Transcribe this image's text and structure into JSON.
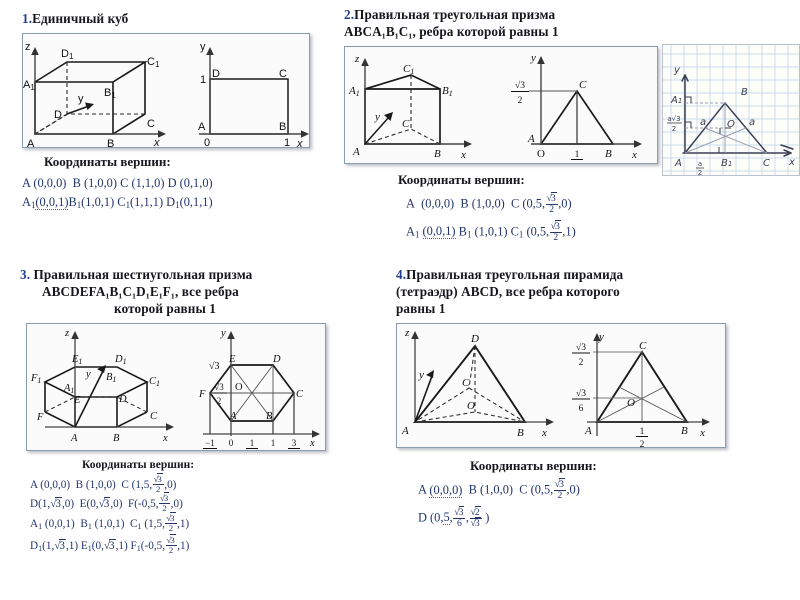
{
  "document": {
    "title": "Координаты вершин многогранников",
    "language": "ru"
  },
  "colors": {
    "heading_number": "#1f3f8f",
    "heading_text": "#16161f",
    "coordinate_text": "#23356b",
    "panel_border": "#8b9bb0",
    "panel_bg": "#fbfbfb",
    "figure_stroke": "#111111",
    "axis_stroke": "#555555",
    "grid_blue": "#9fb8d8"
  },
  "sections": [
    {
      "id": "section-1",
      "number": "1.",
      "heading_lines": [
        "Единичный куб"
      ],
      "figure": {
        "name": "unit-cube-figure",
        "left_view": {
          "axes": [
            "z",
            "y",
            "x"
          ],
          "vertices": [
            "A",
            "B",
            "C",
            "D",
            "A1",
            "B1",
            "C1",
            "D1"
          ]
        },
        "right_view": {
          "axes": [
            "y",
            "x"
          ],
          "vertices": [
            "A",
            "B",
            "C",
            "D"
          ],
          "ticks": [
            "0",
            "1",
            "1"
          ]
        }
      },
      "coordinates_title": "Координаты вершин:",
      "coordinates": [
        "A (0,0,0)   B (1,0,0)  C (1,1,0)  D (0,1,0)",
        "A₁(0,0,1) B₁(1,0,1) C₁(1,1,1) D₁(0,1,1)"
      ]
    },
    {
      "id": "section-2",
      "number": "2.",
      "heading_lines": [
        "Правильная треугольная призма",
        "ABCA₁B₁C₁, ребра которой равны 1"
      ],
      "figure": {
        "name": "triangular-prism-figure",
        "left_view": {
          "axes": [
            "z",
            "y",
            "x"
          ],
          "vertices": [
            "A",
            "B",
            "C",
            "A1",
            "B1",
            "C1"
          ]
        },
        "right_view": {
          "axes": [
            "y",
            "x"
          ],
          "vertices": [
            "A",
            "B",
            "C",
            "O"
          ],
          "y_tick": "√3/2",
          "x_tick": "1/2"
        }
      },
      "coordinates_title": "Координаты вершин:",
      "coordinates": [
        "A  (0,0,0)  B (1,0,0)  C (0,5, √3/2 ,0)",
        "A₁ (0,0,1) B₁ (1,0,1) C₁ (0,5, √3/2 ,1)"
      ]
    },
    {
      "id": "section-3",
      "number": "3.",
      "heading_lines": [
        "Правильная шестиугольная призма",
        "ABCDEFA₁B₁C₁D₁E₁F₁, все ребра",
        "которой равны 1"
      ],
      "figure": {
        "name": "hexagonal-prism-figure",
        "left_view": {
          "axes": [
            "z",
            "y",
            "x"
          ],
          "vertices": [
            "A",
            "B",
            "C",
            "D",
            "E",
            "F",
            "A1",
            "B1",
            "C1",
            "D1",
            "E1",
            "F1"
          ]
        },
        "right_view": {
          "axes": [
            "y",
            "x"
          ],
          "vertices": [
            "A",
            "B",
            "C",
            "D",
            "E",
            "F",
            "O"
          ],
          "y_ticks": [
            "√3",
            "√3/2"
          ],
          "x_ticks": [
            "-1/2",
            "0",
            "1/2",
            "1",
            "3/2"
          ]
        }
      },
      "coordinates_title": "Координаты вершин:",
      "coordinates": [
        "A (0,0,0)   B (1,0,0)  C (1,5, √3/2 ,0)",
        "D(1,√3,0)  E(0,√3,0)  F(-0,5, √3/2 ,0)",
        "A₁ (0,0,1)  B₁ (1,0,1)  C₁ (1,5, √3/2 ,1)",
        "D₁(1,√3,1) E₁(0,√3,1) F₁(-0,5, √3/2 ,1)"
      ]
    },
    {
      "id": "section-4",
      "number": "4.",
      "heading_lines": [
        "Правильная треугольная пирамида",
        "(тетраэдр) ABCD, все ребра которого",
        "равны 1"
      ],
      "figure": {
        "name": "tetrahedron-figure",
        "left_view": {
          "axes": [
            "z",
            "y",
            "x"
          ],
          "vertices": [
            "A",
            "B",
            "C",
            "D",
            "O"
          ]
        },
        "right_view": {
          "axes": [
            "y",
            "x"
          ],
          "vertices": [
            "A",
            "B",
            "C",
            "O"
          ],
          "y_ticks": [
            "√3/2",
            "√3/6"
          ],
          "x_tick": "1/2"
        }
      },
      "coordinates_title": "Координаты вершин:",
      "coordinates": [
        "A (0,0,0)   B (1,0,0)  C (0,5, √3/2 ,0)",
        "D (0,5, √3/6 , √2/√3 )"
      ]
    }
  ],
  "scan": {
    "name": "handwritten-sketch",
    "labels": [
      "y",
      "x",
      "A",
      "B",
      "C",
      "O",
      "A₁",
      "B₁",
      "a",
      "a",
      "a/2",
      "a√3/2"
    ],
    "caption": ""
  },
  "labels": {
    "axis_x": "x",
    "axis_y": "y",
    "axis_z": "z",
    "zero": "0",
    "one": "1",
    "two": "2",
    "three": "3",
    "six": "6",
    "O": "O",
    "A": "A",
    "B": "B",
    "C": "C",
    "D": "D",
    "E": "E",
    "F": "F",
    "A1": "A",
    "B1": "B",
    "C1": "C",
    "D1": "D",
    "E1": "E",
    "F1": "F",
    "sub1": "1",
    "minus": "−",
    "radical": "√"
  }
}
